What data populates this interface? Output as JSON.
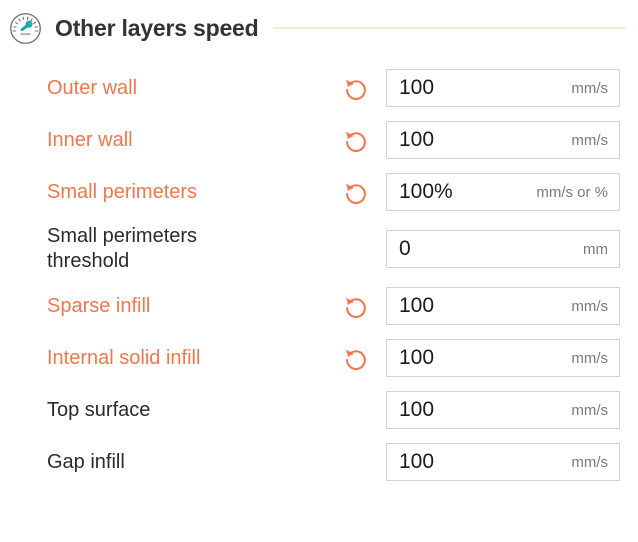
{
  "section": {
    "icon": "speedometer-icon",
    "title": "Other layers speed",
    "accent_color": "#f4764b",
    "rule_color": "#fbe6da",
    "title_color": "#333333"
  },
  "rows": [
    {
      "label": "Outer wall",
      "modified": true,
      "reset_icon": "reset-arrow-icon",
      "value": "100",
      "unit": "mm/s"
    },
    {
      "label": "Inner wall",
      "modified": true,
      "reset_icon": "reset-arrow-icon",
      "value": "100",
      "unit": "mm/s"
    },
    {
      "label": "Small perimeters",
      "modified": true,
      "reset_icon": "reset-arrow-icon",
      "value": "100%",
      "unit": "mm/s or %"
    },
    {
      "label": "Small perimeters\nthreshold",
      "modified": false,
      "reset_icon": null,
      "value": "0",
      "unit": "mm"
    },
    {
      "label": "Sparse infill",
      "modified": true,
      "reset_icon": "reset-arrow-icon",
      "value": "100",
      "unit": "mm/s"
    },
    {
      "label": "Internal solid infill",
      "modified": true,
      "reset_icon": "reset-arrow-icon",
      "value": "100",
      "unit": "mm/s"
    },
    {
      "label": "Top surface",
      "modified": false,
      "reset_icon": null,
      "value": "100",
      "unit": "mm/s"
    },
    {
      "label": "Gap infill",
      "modified": false,
      "reset_icon": null,
      "value": "100",
      "unit": "mm/s"
    }
  ]
}
